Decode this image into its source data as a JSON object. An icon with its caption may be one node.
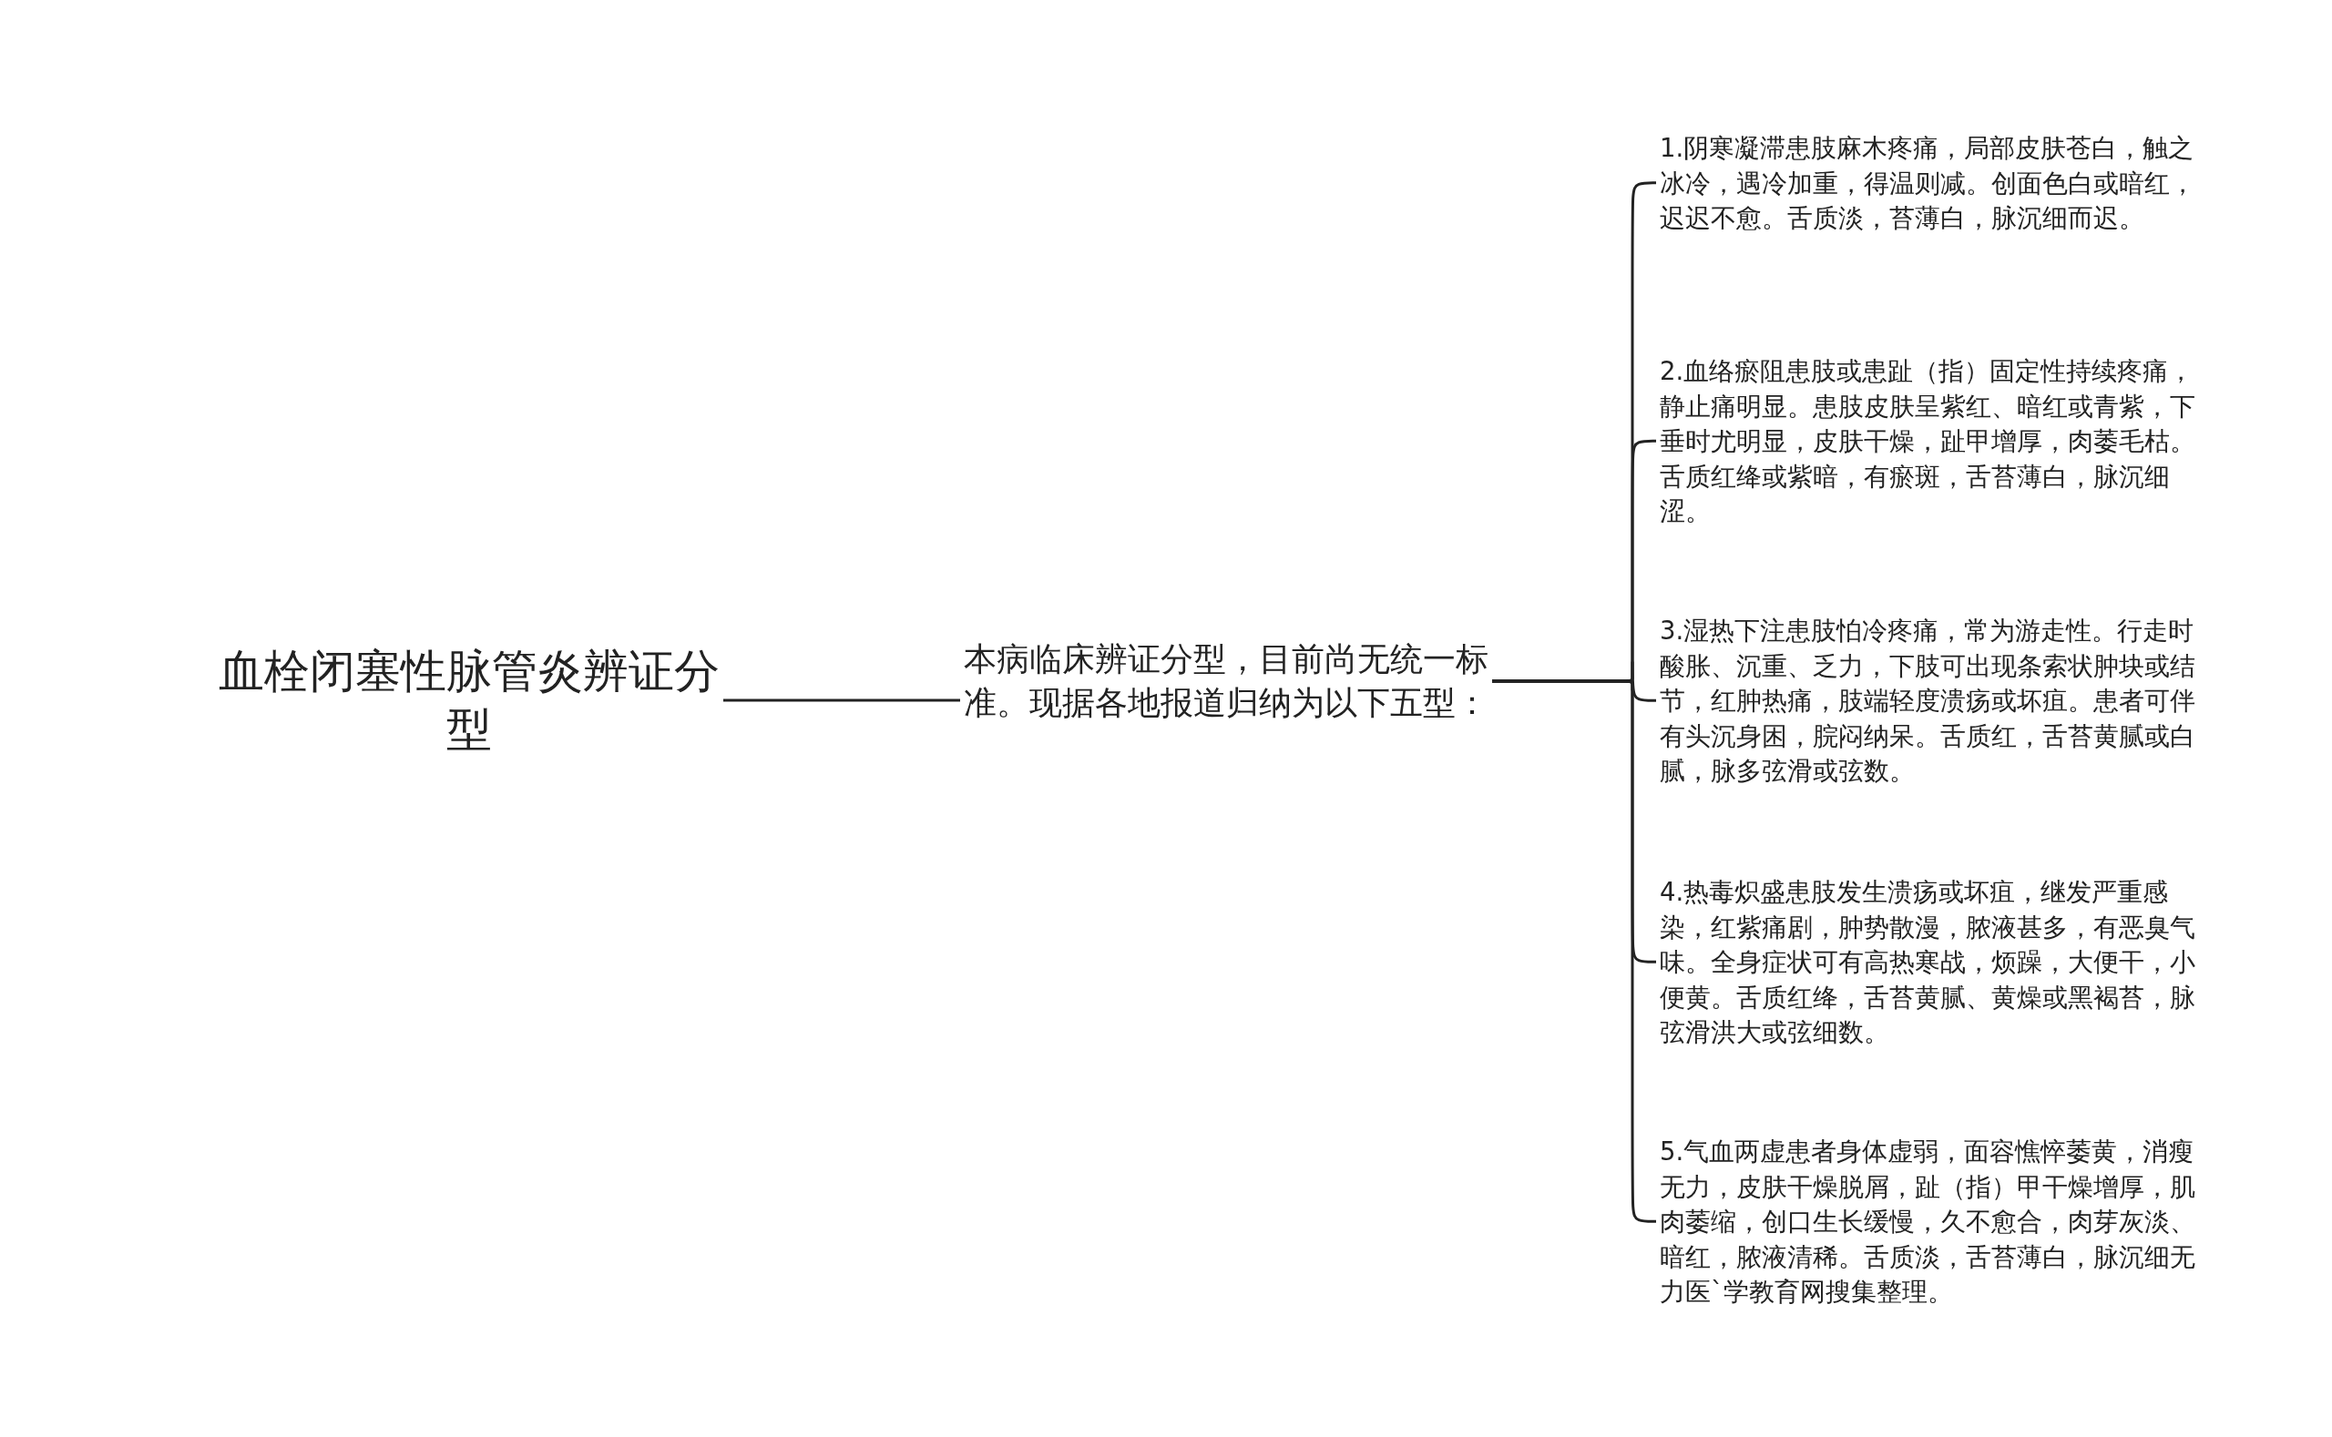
{
  "diagram": {
    "nodes": [
      {
        "text": [
          "血栓闭塞性脉管炎辨证分型"
        ]
      },
      {
        "text": [
          "本病临床辨证分型，目前尚无统一标准。现据各地报道归纳为以下五型："
        ]
      },
      {
        "text": [
          "1.阴寒凝滞患肢麻木疼痛，局部皮肤苍白，触之冰冷，遇冷加重，得温则减。创面色白或暗红，迟迟不愈。舌质淡，苔薄白，脉沉细而迟。"
        ]
      },
      {
        "text": [
          "2.血络瘀阻患肢或患趾（指）固定性持续疼痛，静止痛明显。患肢皮肤呈紫红、暗红或青紫，下垂时尤明显，皮肤干燥，趾甲增厚，肉萎毛枯。舌质红绛或紫暗，有瘀斑，舌苔薄白，脉沉细涩。"
        ]
      },
      {
        "text": [
          "3.湿热下注患肢怕冷疼痛，常为游走性。行走时酸胀、沉重、乏力，下肢可出现条索状肿块或结节，红肿热痛，肢端轻度溃疡或坏疽。患者可伴有头沉身困，脘闷纳呆。舌质红，舌苔黄腻或白腻，脉多弦滑或弦数。"
        ]
      },
      {
        "text": [
          "4.热毒炽盛患肢发生溃疡或坏疽，继发严重感染，红紫痛剧，肿势散漫，脓液甚多，有恶臭气味。全身症状可有高热寒战，烦躁，大便干，小便黄。舌质红绛，舌苔黄腻、黄燥或黑褐苔，脉弦滑洪大或弦细数。"
        ]
      },
      {
        "text": [
          "5.气血两虚患者身体虚弱，面容憔悴萎黄，消瘦无力，皮肤干燥脱屑，趾（指）甲干燥增厚，肌肉萎缩，创口生长缓慢，久不愈合，肉芽灰淡、暗红，脓液清稀。舌质淡，舌苔薄白，脉沉细无力医`学教育网搜集整理。"
        ]
      }
    ],
    "edges": [
      {
        "from": 0,
        "to": 1,
        "arrow": "none"
      },
      {
        "from": 1,
        "to": 2,
        "arrow": "none"
      },
      {
        "from": 1,
        "to": 3,
        "arrow": "none"
      },
      {
        "from": 1,
        "to": 4,
        "arrow": "none"
      },
      {
        "from": 1,
        "to": 5,
        "arrow": "none"
      },
      {
        "from": 1,
        "to": 6,
        "arrow": "none"
      }
    ]
  }
}
